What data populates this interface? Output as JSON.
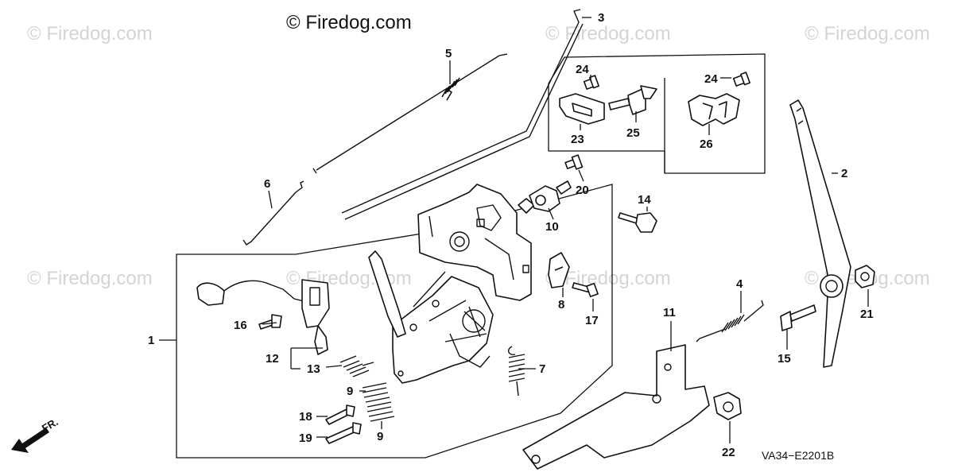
{
  "watermark": {
    "main": "© Firedog.com",
    "faded": "© Firedog.com"
  },
  "diagram_code": "VA34−E2201B",
  "direction_marker": "FR.",
  "callouts": {
    "c1": "1",
    "c2": "2",
    "c3": "3",
    "c4": "4",
    "c5": "5",
    "c6": "6",
    "c7": "7",
    "c8": "8",
    "c9a": "9",
    "c9b": "9",
    "c10": "10",
    "c11": "11",
    "c12": "12",
    "c13": "13",
    "c14": "14",
    "c15": "15",
    "c16": "16",
    "c17": "17",
    "c18": "18",
    "c19": "19",
    "c20": "20",
    "c21": "21",
    "c22": "22",
    "c23": "23",
    "c24a": "24",
    "c24b": "24",
    "c25": "25",
    "c26": "26"
  }
}
